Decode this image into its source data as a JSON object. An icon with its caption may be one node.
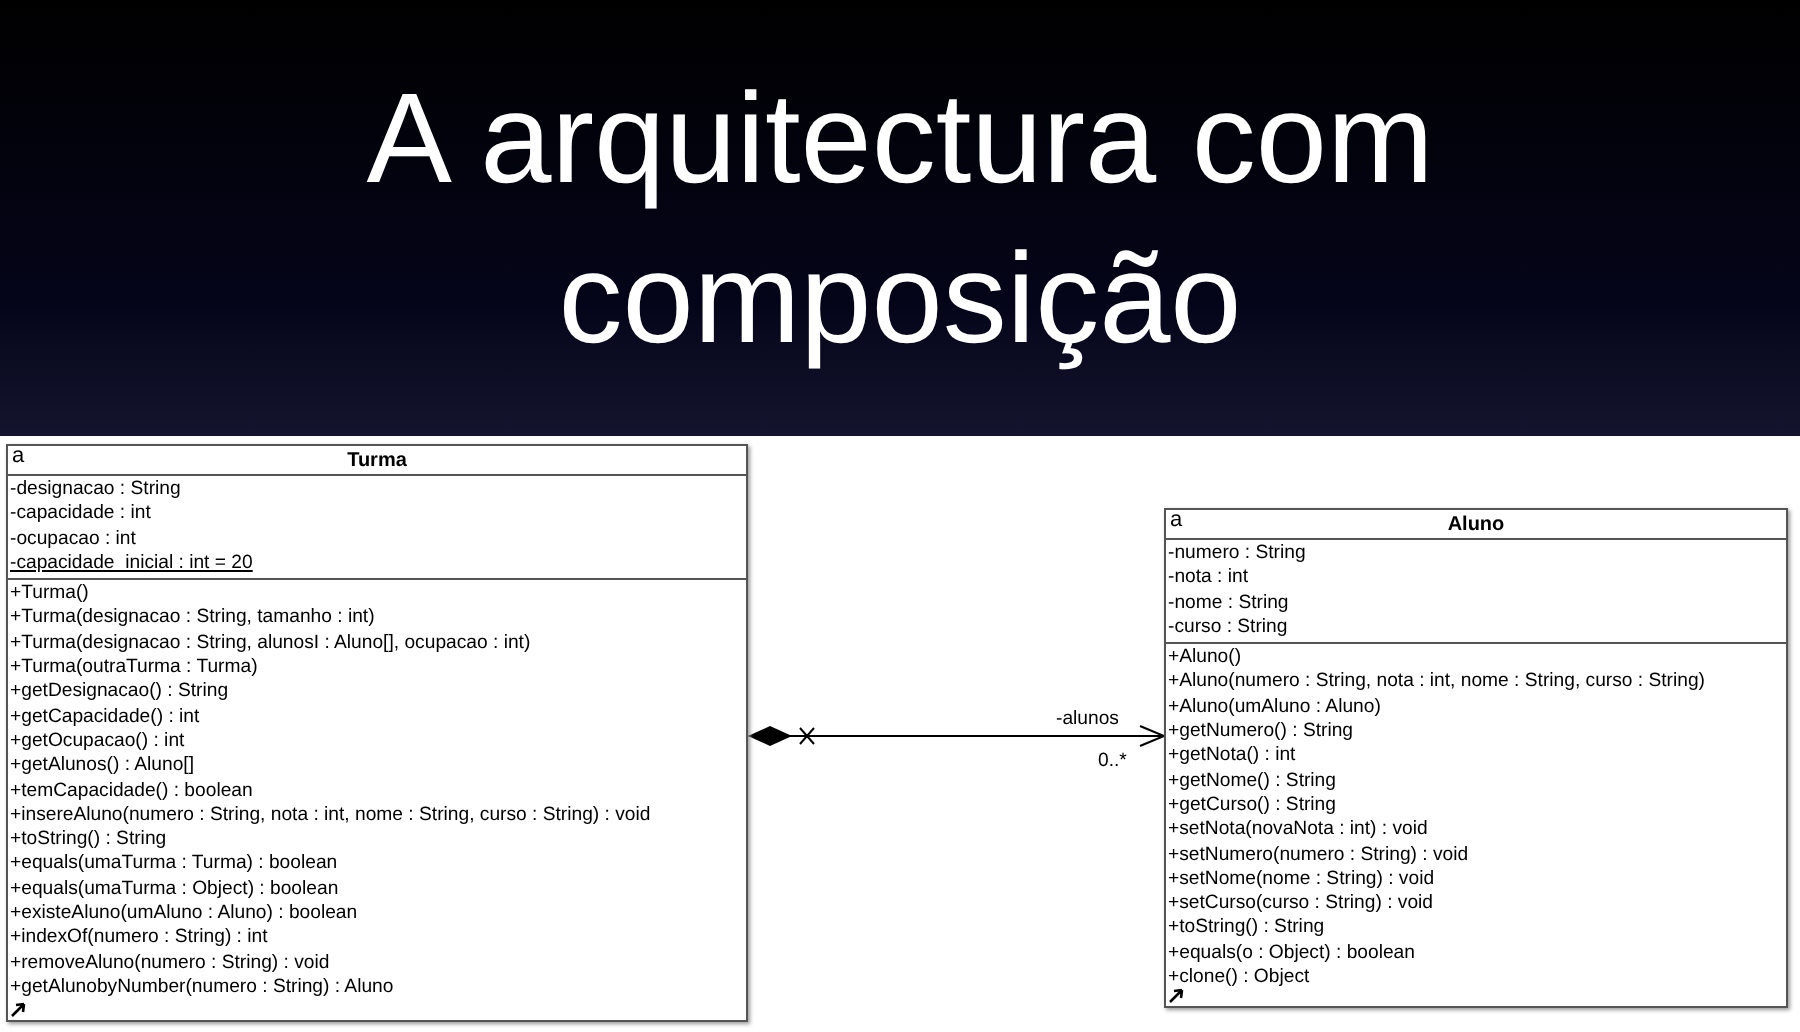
{
  "diagram": {
    "title": "A arquitectura com composição",
    "nodes": [
      {
        "text": [
          "a",
          "Turma"
        ]
      },
      {
        "text": [
          "-designacao : String",
          "-capacidade : int",
          "-ocupacao : int",
          "-capacidade_inicial : int = 20"
        ],
        "in": 0
      },
      {
        "text": [
          "+Turma()",
          "+Turma(designacao : String, tamanho : int)",
          "+Turma(designacao : String, alunosI : Aluno[], ocupacao : int)",
          "+Turma(outraTurma : Turma)",
          "+getDesignacao() : String",
          "+getCapacidade() : int",
          "+getOcupacao() : int",
          "+getAlunos() : Aluno[]",
          "+temCapacidade() : boolean",
          "+insereAluno(numero : String, nota : int, nome : String, curso : String) : void",
          "+toString() : String",
          "+equals(umaTurma : Turma) : boolean",
          "+equals(umaTurma : Object) : boolean",
          "+existeAluno(umAluno : Aluno) : boolean",
          "+indexOf(numero : String) : int",
          "+removeAluno(numero : String) : void",
          "+getAlunobyNumber(numero : String) : Aluno"
        ],
        "in": 0
      },
      {
        "text": [
          "a",
          "Aluno"
        ]
      },
      {
        "text": [
          "-numero : String",
          "-nota : int",
          "-nome : String",
          "-curso : String"
        ],
        "in": 3
      },
      {
        "text": [
          "+Aluno()",
          "+Aluno(numero : String, nota : int, nome : String, curso : String)",
          "+Aluno(umAluno : Aluno)",
          "+getNumero() : String",
          "+getNota() : int",
          "+getNome() : String",
          "+getCurso() : String",
          "+setNota(novaNota : int) : void",
          "+setNumero(numero : String) : void",
          "+setNome(nome : String) : void",
          "+setCurso(curso : String) : void",
          "+toString() : String",
          "+equals(o : Object) : boolean",
          "+clone() : Object"
        ],
        "in": 3
      }
    ],
    "edges": [
      {
        "from": 0,
        "to": 3,
        "arrow": "to",
        "label": "-alunos"
      }
    ],
    "labels": [
      "0..*"
    ]
  }
}
